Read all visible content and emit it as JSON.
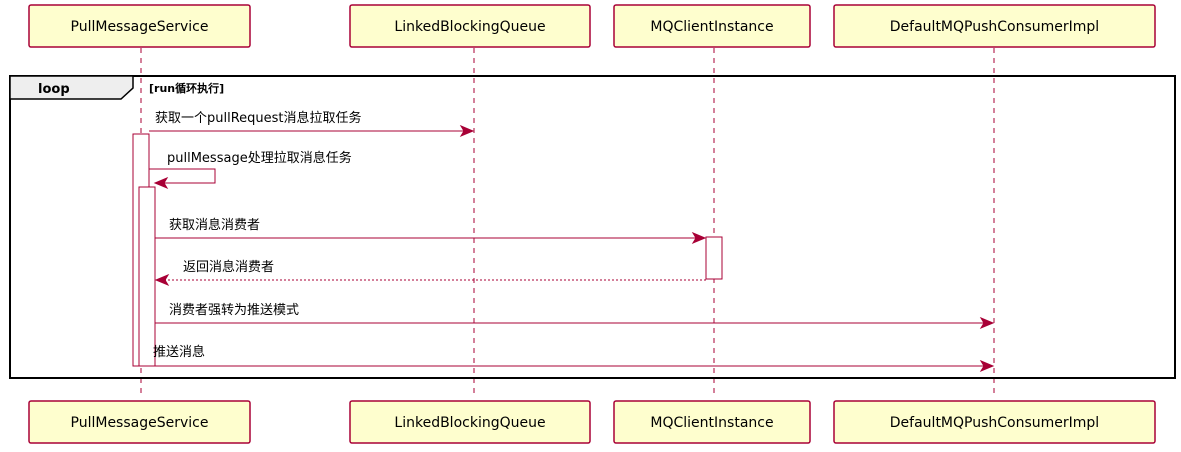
{
  "participants": [
    {
      "label": "PullMessageService"
    },
    {
      "label": "LinkedBlockingQueue"
    },
    {
      "label": "MQClientInstance"
    },
    {
      "label": "DefaultMQPushConsumerImpl"
    }
  ],
  "loop": {
    "label": "loop",
    "guard": "[run循环执行]"
  },
  "messages": [
    {
      "label": "获取一个pullRequest消息拉取任务",
      "from": "PullMessageService",
      "to": "LinkedBlockingQueue",
      "style": "solid"
    },
    {
      "label": "pullMessage处理拉取消息任务",
      "from": "PullMessageService",
      "to": "PullMessageService",
      "style": "solid"
    },
    {
      "label": "获取消息消费者",
      "from": "PullMessageService",
      "to": "MQClientInstance",
      "style": "solid"
    },
    {
      "label": "返回消息消费者",
      "from": "MQClientInstance",
      "to": "PullMessageService",
      "style": "dashed"
    },
    {
      "label": "消费者强转为推送模式",
      "from": "PullMessageService",
      "to": "DefaultMQPushConsumerImpl",
      "style": "solid"
    },
    {
      "label": "推送消息",
      "from": "PullMessageService",
      "to": "DefaultMQPushConsumerImpl",
      "style": "solid"
    }
  ],
  "colors": {
    "participant_fill": "#FEFECE",
    "line": "#A80036",
    "loop_tab": "#EEEEEE"
  }
}
